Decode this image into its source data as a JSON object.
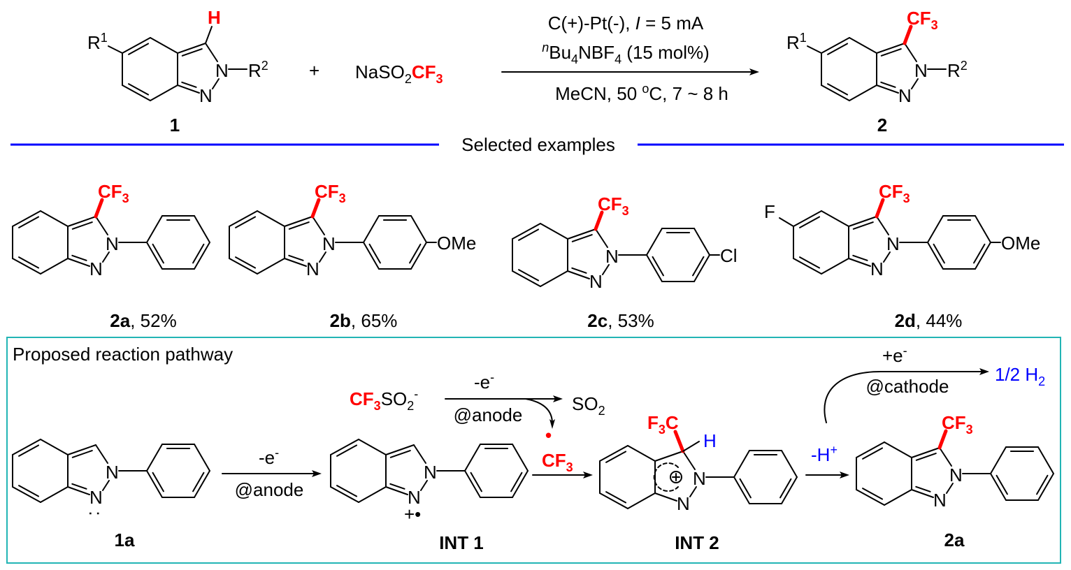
{
  "atoms": {
    "N": "N",
    "H": "H",
    "F": "F",
    "Cl": "Cl",
    "OMe": "OMe",
    "R": "R",
    "one": "1",
    "two": "2"
  },
  "reagent": {
    "na": "NaSO",
    "sub2": "2",
    "cf": "CF",
    "sub3": "3",
    "plus": "+"
  },
  "conditions": {
    "line1_a": "C(+)-Pt(-), ",
    "line1_i": "I",
    "line1_b": " = 5 mA",
    "line2_n": "n",
    "line2_a": "Bu",
    "line2_sub4": "4",
    "line2_b": "NBF",
    "line2_sub4b": "4",
    "line2_c": " (15 mol%)",
    "line3_a": "MeCN, 50 ",
    "line3_o": "o",
    "line3_b": "C, 7 ~ 8 h"
  },
  "labels": {
    "start": "1",
    "product": "2"
  },
  "section_title": "Selected examples",
  "examples": [
    {
      "id": "2a",
      "yield": ", 52%"
    },
    {
      "id": "2b",
      "yield": ", 65%"
    },
    {
      "id": "2c",
      "yield": ", 53%"
    },
    {
      "id": "2d",
      "yield": ", 44%"
    }
  ],
  "pathway": {
    "title": "Proposed reaction pathway",
    "step1_top": "-e",
    "minus": "-",
    "step1_bottom": "@anode",
    "triflinate_cf": "CF",
    "triflinate_so": "SO",
    "sub2": "2",
    "sub3": "3",
    "step2_top": "-e",
    "step2_bottom": "@anode",
    "so2": "SO",
    "radical_cf": "CF",
    "radical_dot": "•",
    "deprot": "-H",
    "plus": "+",
    "cathode_top": "+e",
    "cathode_bottom": "@cathode",
    "h2": "1/2 H",
    "cation_mark": "+•",
    "lone_pair": ":",
    "f3c_f": "F",
    "f3c_c": "C",
    "labels": [
      "1a",
      "INT 1",
      "INT 2",
      "2a"
    ]
  },
  "colors": {
    "highlight": "#ff0000",
    "accent": "#0000ff",
    "box": "#22b5b5"
  }
}
